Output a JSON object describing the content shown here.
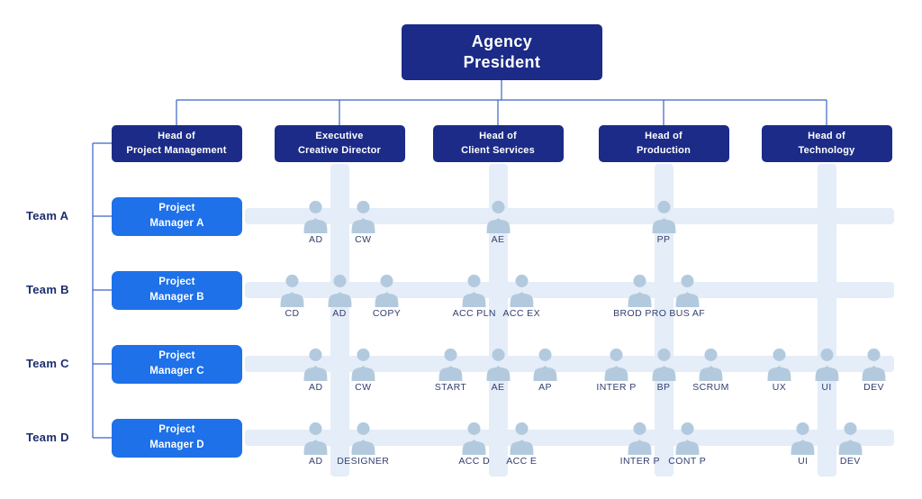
{
  "colors": {
    "navy_box": "#1b2b87",
    "blue_box": "#1e71e9",
    "band": "#e4edf8",
    "connector": "#3a63c8",
    "icon": "#b3cade",
    "member_text": "#33406f",
    "team_text": "#1c2d6d",
    "box_text": "#ffffff"
  },
  "president": {
    "line1": "Agency",
    "line2": "President"
  },
  "departments": [
    {
      "id": "pm",
      "line1": "Head of",
      "line2": "Project Management"
    },
    {
      "id": "creative",
      "line1": "Executive",
      "line2": "Creative Director"
    },
    {
      "id": "client",
      "line1": "Head of",
      "line2": "Client Services"
    },
    {
      "id": "production",
      "line1": "Head of",
      "line2": "Production"
    },
    {
      "id": "technology",
      "line1": "Head of",
      "line2": "Technology"
    }
  ],
  "teams": [
    {
      "label": "Team A",
      "manager_line1": "Project",
      "manager_line2": "Manager A",
      "members": {
        "creative": [
          "AD",
          "CW"
        ],
        "client": [
          "AE"
        ],
        "production": [
          "PP"
        ],
        "technology": []
      }
    },
    {
      "label": "Team B",
      "manager_line1": "Project",
      "manager_line2": "Manager B",
      "members": {
        "creative": [
          "CD",
          "AD",
          "COPY"
        ],
        "client": [
          "ACC PLN",
          "ACC EX"
        ],
        "production": [
          "BROD PRO",
          "BUS AF"
        ],
        "technology": []
      }
    },
    {
      "label": "Team C",
      "manager_line1": "Project",
      "manager_line2": "Manager C",
      "members": {
        "creative": [
          "AD",
          "CW"
        ],
        "client": [
          "START",
          "AE",
          "AP"
        ],
        "production": [
          "INTER P",
          "BP",
          "SCRUM"
        ],
        "technology": [
          "UX",
          "UI",
          "DEV"
        ]
      }
    },
    {
      "label": "Team D",
      "manager_line1": "Project",
      "manager_line2": "Manager D",
      "members": {
        "creative": [
          "AD",
          "DESIGNER"
        ],
        "client": [
          "ACC D",
          "ACC E"
        ],
        "production": [
          "INTER P",
          "CONT P"
        ],
        "technology": [
          "UI",
          "DEV"
        ]
      }
    }
  ]
}
